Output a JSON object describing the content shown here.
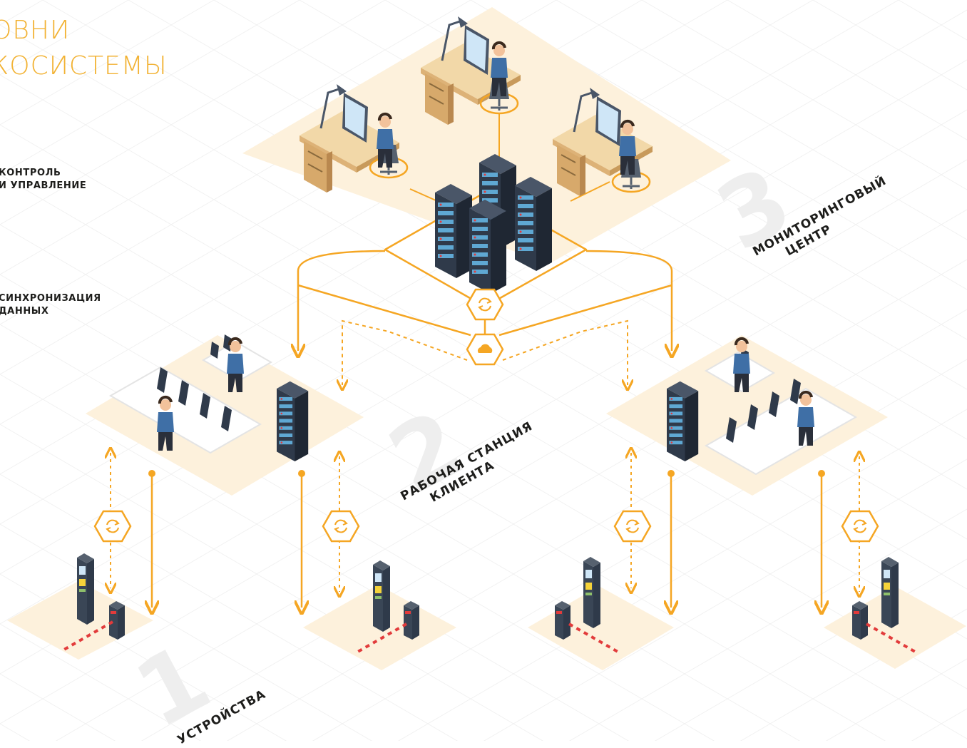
{
  "title": {
    "line1": "ОВНИ",
    "line2": "КОСИСТЕМЫ"
  },
  "legend": [
    {
      "line1": "КОНТРОЛЬ",
      "line2": "И УПРАВЛЕНИЕ"
    },
    {
      "line1": "СИНХРОНИЗАЦИЯ",
      "line2": "ДАННЫХ"
    }
  ],
  "levels": {
    "monitoring": {
      "number": "3",
      "line1": "МОНИТОРИНГОВЫЙ",
      "line2": "ЦЕНТР"
    },
    "workstation": {
      "number": "2",
      "line1": "РАБОЧАЯ СТАНЦИЯ",
      "line2": "КЛИЕНТА"
    },
    "devices": {
      "number": "1",
      "line1": "УСТРОЙСТВА"
    }
  },
  "colors": {
    "accent": "#f5a623",
    "platform": "#fdf1dc",
    "server": "#2f3a4a",
    "text": "#1d1d1b",
    "title": "#f2b233"
  },
  "icons": [
    "sync-icon",
    "cloud-icon",
    "server-icon",
    "desk-icon",
    "parking-terminal-icon",
    "barrier-icon"
  ]
}
